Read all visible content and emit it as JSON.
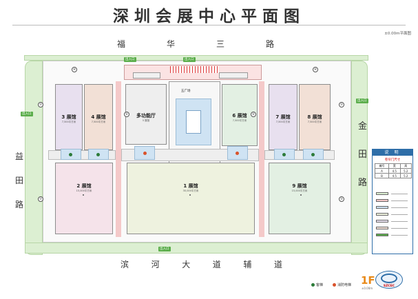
{
  "title": "深圳会展中心平面图",
  "scale_note": "±0.00m平面图",
  "roads": {
    "north": [
      "福",
      "华",
      "三",
      "路"
    ],
    "south": [
      "滨",
      "河",
      "大",
      "道",
      "辅",
      "道"
    ],
    "west": [
      "益",
      "田",
      "路"
    ],
    "east": [
      "金",
      "田",
      "路"
    ]
  },
  "halls": {
    "hall1": {
      "label": "1 展馆",
      "sub": "30,000平方米"
    },
    "hall2": {
      "label": "2 展馆",
      "sub": "15,000平方米"
    },
    "hall3": {
      "label": "3 展馆",
      "sub": "7,500平方米"
    },
    "hall4": {
      "label": "4 展馆",
      "sub": "7,500平方米"
    },
    "hall6": {
      "label": "6 展馆",
      "sub": "7,500平方米"
    },
    "hall7": {
      "label": "7 展馆",
      "sub": "7,500平方米"
    },
    "hall8": {
      "label": "8 展馆",
      "sub": "7,500平方米"
    },
    "hall9": {
      "label": "9 展馆",
      "sub": "15,000平方米"
    },
    "multi": {
      "label": "多功能厅",
      "sub": "5 展馆"
    }
  },
  "plaza_label": "五广场",
  "legend": {
    "heading": "说 明",
    "subheading": "卷帘门尺寸",
    "table": [
      [
        "编号",
        "宽",
        "高"
      ],
      [
        "A",
        "4.5",
        "5.2"
      ],
      [
        "B",
        "4.5",
        "5.2"
      ]
    ]
  },
  "footer": {
    "item1": "客梯",
    "item2": "消防电梯",
    "floor": "1F",
    "floor_sub": "±0.00m",
    "badge": "SZCEC"
  },
  "colors": {
    "legend_blue": "#2e6ea8",
    "green_belt": "#dcefd2",
    "corridor": "#f4c9c9",
    "floor_orange": "#e88a1a"
  }
}
